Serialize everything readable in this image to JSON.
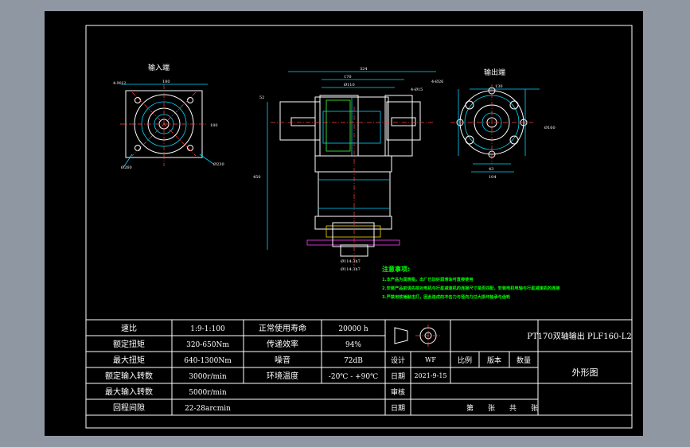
{
  "drawing": {
    "input_view_title": "输入端",
    "output_view_title": "输出端",
    "dims": {
      "in_top": "180",
      "in_left": "4-M12",
      "in_right": "180",
      "in_bl": "Ø260",
      "in_br": "Ø230",
      "front_top": "324",
      "front_top2": "170",
      "front_mid": "Ø110",
      "front_side": "4-Ø15",
      "front_left": "450",
      "front_left2": "52",
      "front_bottom": "Ø114.3h7",
      "front_bottom2": "Ø114.3h7",
      "out_top": "130",
      "out_left": "4-Ø26",
      "out_right": "Ø160",
      "out_bot": "43",
      "out_bot2": "104"
    }
  },
  "notes": {
    "title": "注意事项:",
    "lines": [
      "1.本产品为润滑脂，出厂已加好润滑油可直接使用",
      "2.安装产品前请先核对电机与行星减速机的连接尺寸是否匹配，安装电机电轴与行星减速机的连接",
      "3.严禁用铁锤敲击打，因此造成的冲击力与径向力过大损坏轴承与齿轮"
    ]
  },
  "specs": [
    {
      "label": "速比",
      "value": "1:9-1:100",
      "label2": "正常使用寿命",
      "value2": "20000 h"
    },
    {
      "label": "额定扭矩",
      "value": "320-650Nm",
      "label2": "传递效率",
      "value2": "94%"
    },
    {
      "label": "最大扭矩",
      "value": "640-1300Nm",
      "label2": "噪音",
      "value2": "72dB"
    },
    {
      "label": "额定输入转数",
      "value": "3000r/min",
      "label2": "环境温度",
      "value2": "-20℃ - +90℃"
    },
    {
      "label": "最大输入转数",
      "value": "5000r/min",
      "label2": "",
      "value2": ""
    },
    {
      "label": "回程间隙",
      "value": "22-28arcmin",
      "label2": "",
      "value2": ""
    }
  ],
  "titleblock": {
    "product": "PT170双轴输出 PLF160-L2",
    "design_label": "设计",
    "designer": "WF",
    "scale_label": "比例",
    "version_label": "版本",
    "qty_label": "数量",
    "date_label": "日期",
    "date": "2021-9-15",
    "drawing_name": "外形图",
    "review_label": "审核",
    "date_label2": "日期",
    "sheet_text": "第　　张　　共　　张"
  }
}
